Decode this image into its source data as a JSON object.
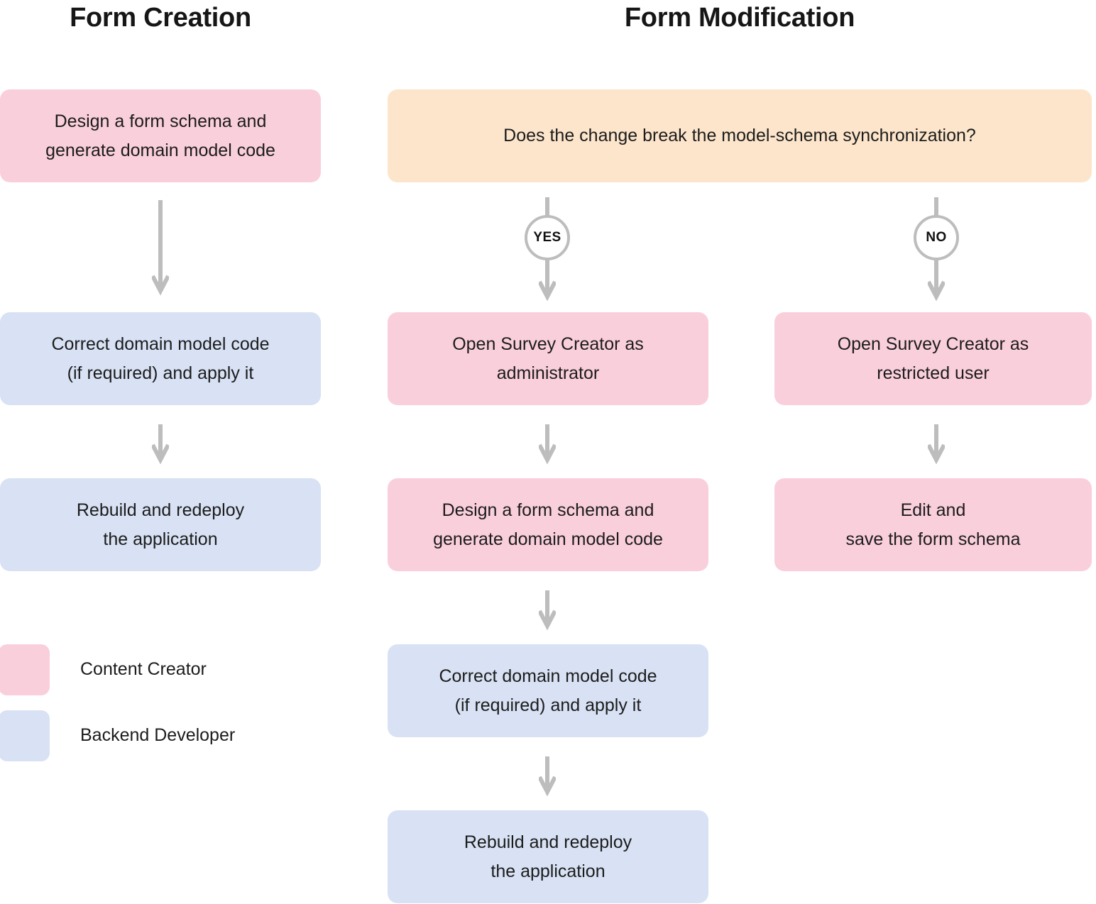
{
  "diagram": {
    "type": "flowchart",
    "columns": [
      {
        "id": "form-creation",
        "title": "Form Creation"
      },
      {
        "id": "form-modification",
        "title": "Form Modification"
      }
    ],
    "palette": {
      "content_creator": "#FACFDC",
      "backend_developer": "#D8E2F4",
      "decision": "#FCE5CB",
      "arrow": "#BDBDBD",
      "text": "#1c1c1c",
      "background": "#ffffff"
    },
    "nodes": {
      "creation_design": "Design a form schema and\ngenerate domain model code",
      "creation_correct": "Correct domain model code\n(if required) and apply it",
      "creation_rebuild": "Rebuild and redeploy\nthe application",
      "modification_question": "Does the change break the model-schema synchronization?",
      "yes_open_admin": "Open Survey Creator as\nadministrator",
      "yes_design": "Design a form schema and\ngenerate domain model code",
      "yes_correct": "Correct domain model code\n(if required) and apply it",
      "yes_rebuild": "Rebuild and redeploy\nthe application",
      "no_open_restricted": "Open Survey Creator as\nrestricted user",
      "no_edit_save": "Edit and\nsave the form schema"
    },
    "decisions": {
      "yes_label": "YES",
      "no_label": "NO"
    },
    "legend": {
      "items": [
        {
          "label": "Content Creator",
          "color": "#FACFDC"
        },
        {
          "label": "Backend Developer",
          "color": "#D8E2F4"
        }
      ]
    }
  }
}
